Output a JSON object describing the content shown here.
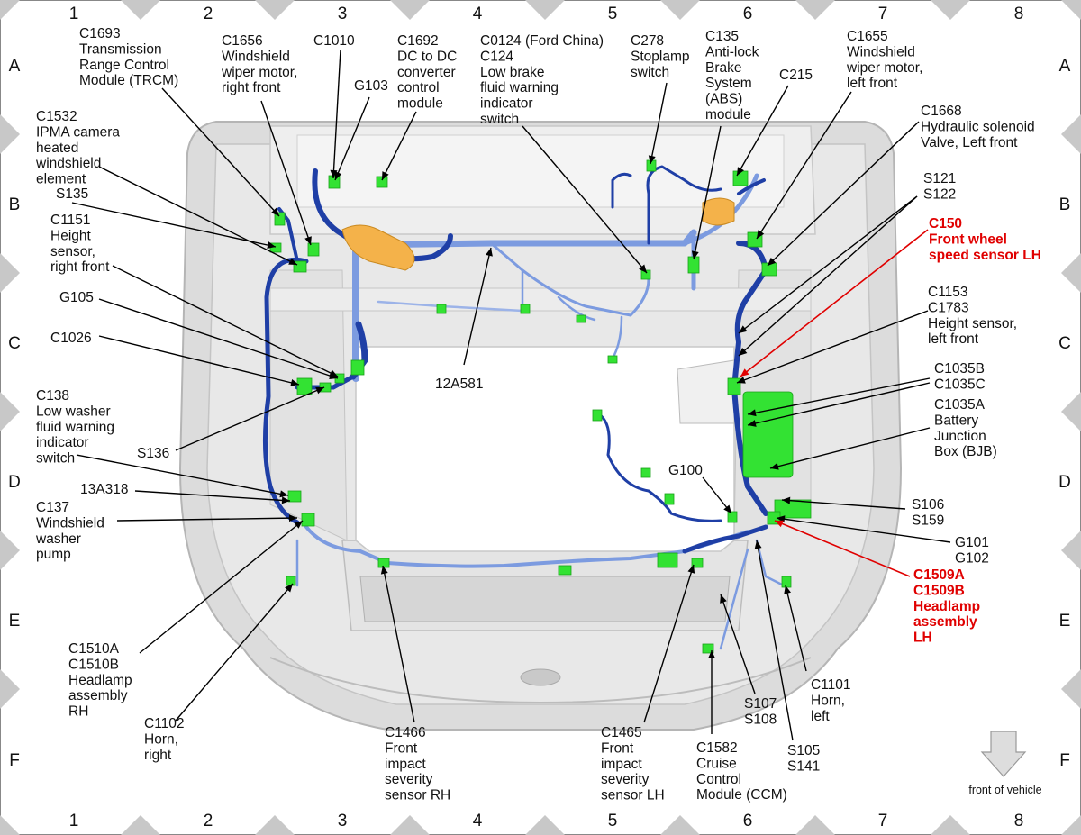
{
  "grid": {
    "columns": [
      "1",
      "2",
      "3",
      "4",
      "5",
      "6",
      "7",
      "8"
    ],
    "rows": [
      "A",
      "B",
      "C",
      "D",
      "E",
      "F"
    ]
  },
  "footer_label": "front of vehicle",
  "colors": {
    "harness_dark": "#1f3fa6",
    "harness_light": "#6f8fd6",
    "connector": "#33e233",
    "callout_highlight": "#e00000",
    "body_gray": "#d9d9d9"
  },
  "callouts": [
    {
      "id": "c1693",
      "lines": [
        "C1693",
        "Transmission",
        "Range Control",
        "Module (TRCM)"
      ]
    },
    {
      "id": "c1656",
      "lines": [
        "C1656",
        "Windshield",
        "wiper motor,",
        "right front"
      ]
    },
    {
      "id": "c1010",
      "lines": [
        "C1010"
      ]
    },
    {
      "id": "g103",
      "lines": [
        "G103"
      ]
    },
    {
      "id": "c1692",
      "lines": [
        "C1692",
        "DC to DC",
        "converter",
        "control",
        "module"
      ]
    },
    {
      "id": "c0124",
      "lines": [
        "C0124 (Ford China)",
        "C124",
        "Low brake",
        "fluid warning",
        "indicator",
        "switch"
      ]
    },
    {
      "id": "c278",
      "lines": [
        "C278",
        "Stoplamp",
        "switch"
      ]
    },
    {
      "id": "c135",
      "lines": [
        "C135",
        "Anti-lock",
        "Brake",
        "System",
        "(ABS)",
        "module"
      ]
    },
    {
      "id": "c215",
      "lines": [
        "C215"
      ]
    },
    {
      "id": "c1655",
      "lines": [
        "C1655",
        "Windshield",
        "wiper motor,",
        "left front"
      ]
    },
    {
      "id": "c1532",
      "lines": [
        "C1532",
        "IPMA camera",
        "heated",
        "windshield",
        "element"
      ]
    },
    {
      "id": "c1668",
      "lines": [
        "C1668",
        "Hydraulic solenoid",
        "Valve, Left front"
      ]
    },
    {
      "id": "s135",
      "lines": [
        "S135"
      ]
    },
    {
      "id": "s121",
      "lines": [
        "S121",
        "S122"
      ]
    },
    {
      "id": "c1151",
      "lines": [
        "C1151",
        "Height",
        "sensor,",
        "right front"
      ]
    },
    {
      "id": "c150",
      "lines": [
        "C150",
        "Front wheel",
        "speed sensor LH"
      ],
      "highlight": true
    },
    {
      "id": "c1153",
      "lines": [
        "C1153",
        "C1783",
        "Height sensor,",
        "left front"
      ]
    },
    {
      "id": "g105",
      "lines": [
        "G105"
      ]
    },
    {
      "id": "c1026",
      "lines": [
        "C1026"
      ]
    },
    {
      "id": "c1035b",
      "lines": [
        "C1035B",
        "C1035C"
      ]
    },
    {
      "id": "c1035a",
      "lines": [
        "C1035A",
        "Battery",
        "Junction",
        "Box (BJB)"
      ]
    },
    {
      "id": "c138",
      "lines": [
        "C138",
        "Low washer",
        "fluid warning",
        "indicator",
        "switch"
      ]
    },
    {
      "id": "s136",
      "lines": [
        "S136"
      ]
    },
    {
      "id": "h12a581",
      "lines": [
        "12A581"
      ]
    },
    {
      "id": "g100",
      "lines": [
        "G100"
      ]
    },
    {
      "id": "h13a318",
      "lines": [
        "13A318"
      ]
    },
    {
      "id": "c137",
      "lines": [
        "C137",
        "Windshield",
        "washer",
        "pump"
      ]
    },
    {
      "id": "s106",
      "lines": [
        "S106",
        "S159"
      ]
    },
    {
      "id": "g101",
      "lines": [
        "G101",
        "G102"
      ]
    },
    {
      "id": "c1509",
      "lines": [
        "C1509A",
        "C1509B",
        "Headlamp",
        "assembly",
        "LH"
      ],
      "highlight": true
    },
    {
      "id": "c1510",
      "lines": [
        "C1510A",
        "C1510B",
        "Headlamp",
        "assembly",
        "RH"
      ]
    },
    {
      "id": "c1102",
      "lines": [
        "C1102",
        "Horn,",
        "right"
      ]
    },
    {
      "id": "c1466",
      "lines": [
        "C1466",
        "Front",
        "impact",
        "severity",
        "sensor RH"
      ]
    },
    {
      "id": "c1465",
      "lines": [
        "C1465",
        "Front",
        "impact",
        "severity",
        "sensor LH"
      ]
    },
    {
      "id": "c1582",
      "lines": [
        "C1582",
        "Cruise",
        "Control",
        "Module (CCM)"
      ]
    },
    {
      "id": "s107",
      "lines": [
        "S107",
        "S108"
      ]
    },
    {
      "id": "s105",
      "lines": [
        "S105",
        "S141"
      ]
    },
    {
      "id": "c1101",
      "lines": [
        "C1101",
        "Horn,",
        "left"
      ]
    }
  ]
}
